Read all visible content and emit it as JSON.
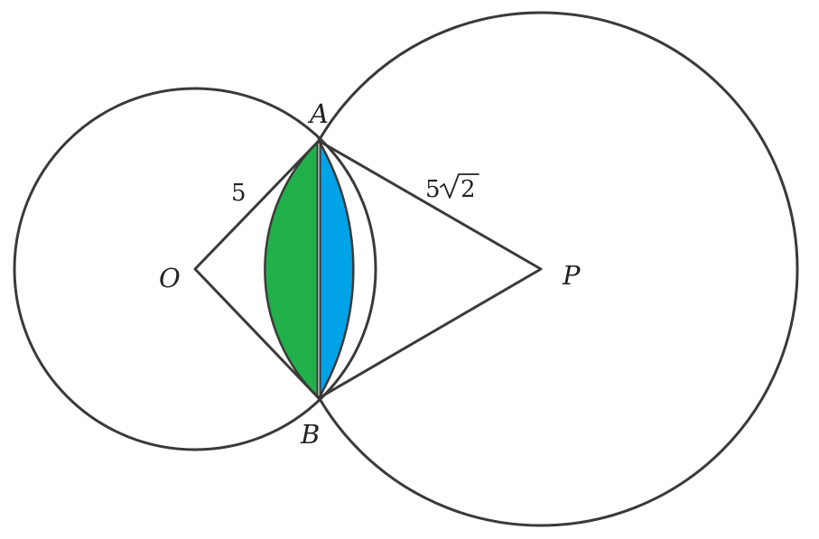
{
  "diagram": {
    "points": {
      "A": "A",
      "B": "B",
      "O": "O",
      "P": "P"
    },
    "lengths": {
      "OA": "5",
      "AP_coefficient": "5",
      "AP_radicand": "2"
    },
    "colors": {
      "left_region": "#22b04b",
      "right_region": "#00a2e8",
      "lines": "#3a3a3a"
    }
  }
}
